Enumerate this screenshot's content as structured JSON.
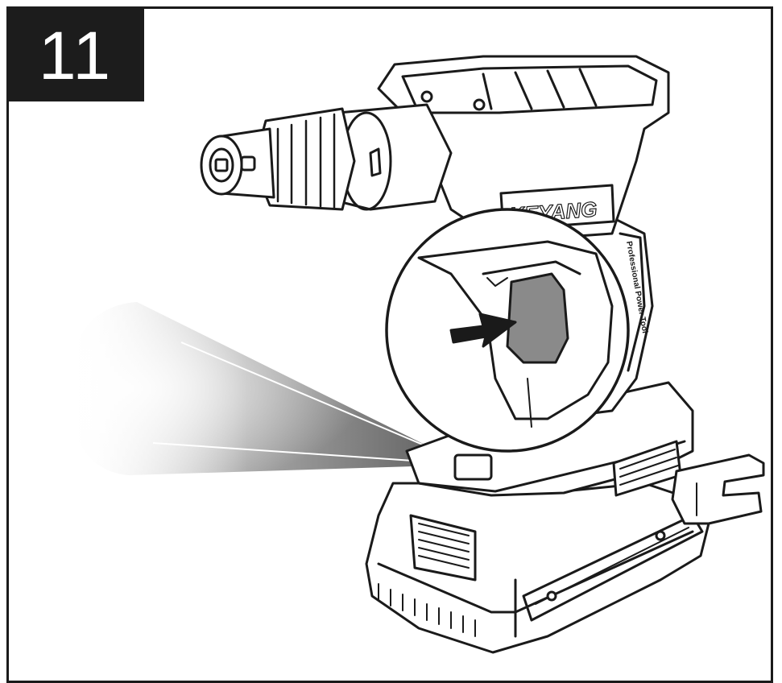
{
  "step": {
    "number": "11"
  },
  "tool": {
    "brand": "KEYANG",
    "side_label": "Professional Power Tool"
  },
  "colors": {
    "line": "#1a1a1a",
    "badge": "#1c1c1c",
    "light_beam": "#9a9a9a"
  },
  "icons": [
    "press-arrow-icon",
    "light-beam-icon"
  ]
}
